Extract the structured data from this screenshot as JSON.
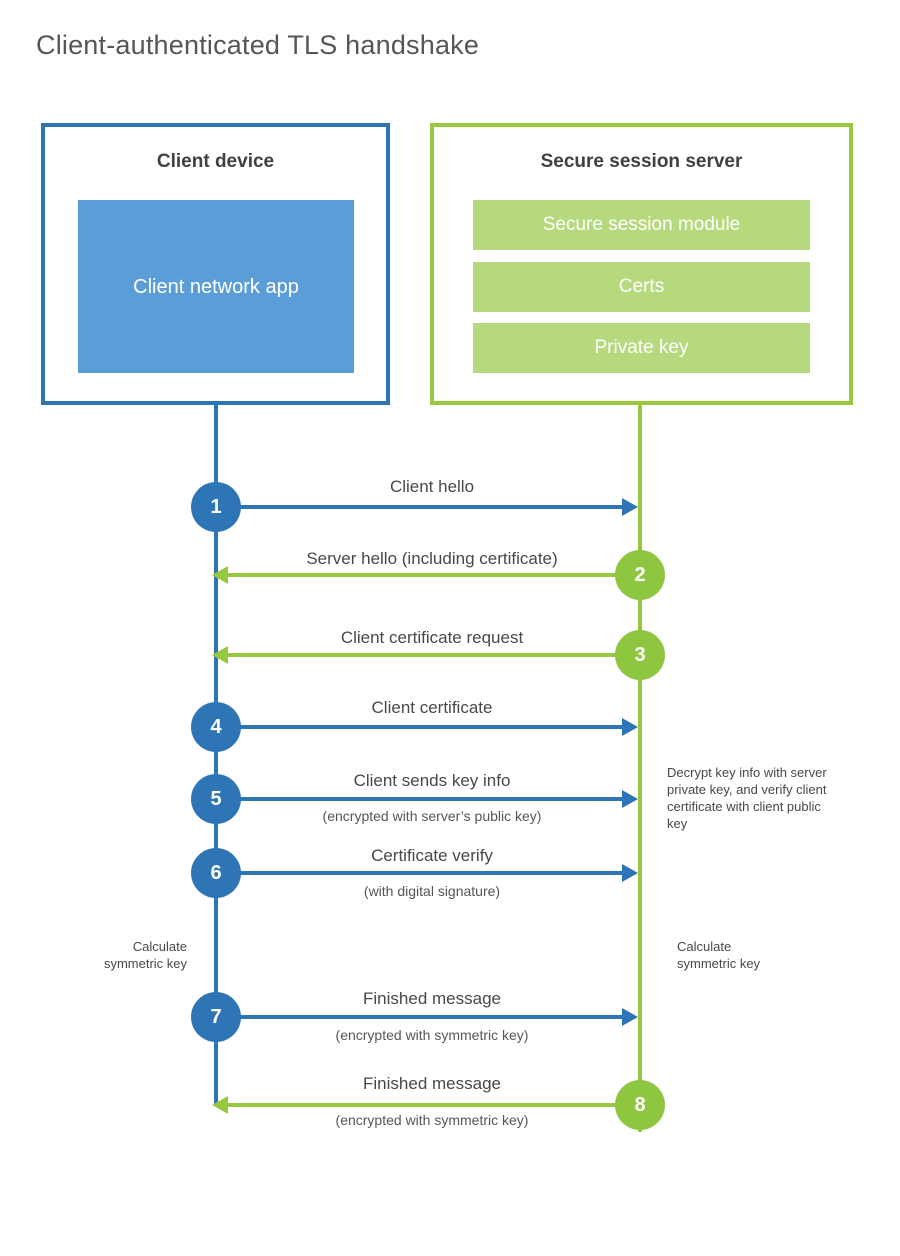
{
  "diagram": {
    "title": "Client-authenticated TLS handshake"
  },
  "client": {
    "title": "Client device",
    "app_label": "Client network app"
  },
  "server": {
    "title": "Secure session server",
    "modules": [
      "Secure session module",
      "Certs",
      "Private key"
    ]
  },
  "messages": [
    {
      "number": "1",
      "label": "Client hello",
      "direction": "client-to-server"
    },
    {
      "number": "2",
      "label": "Server hello (including certificate)",
      "direction": "server-to-client"
    },
    {
      "number": "3",
      "label": "Client certificate request",
      "direction": "server-to-client"
    },
    {
      "number": "4",
      "label": "Client certificate",
      "direction": "client-to-server"
    },
    {
      "number": "5",
      "label": "Client sends key info",
      "sublabel": "(encrypted with server’s public key)",
      "direction": "client-to-server"
    },
    {
      "number": "6",
      "label": "Certificate verify",
      "sublabel": "(with digital signature)",
      "direction": "client-to-server"
    },
    {
      "number": "7",
      "label": "Finished message",
      "sublabel": "(encrypted with symmetric key)",
      "direction": "client-to-server"
    },
    {
      "number": "8",
      "label": "Finished message",
      "sublabel": "(encrypted with symmetric key)",
      "direction": "server-to-client"
    }
  ],
  "notes": {
    "decrypt": "Decrypt key info with server private key, and verify client certificate with client public key",
    "calculate_left": "Calculate symmetric key",
    "calculate_right": "Calculate symmetric key"
  },
  "colors": {
    "blue": "#2e75b6",
    "light_blue": "#5b9ed7",
    "green": "#96c93d",
    "light_green": "#b7d97e"
  }
}
